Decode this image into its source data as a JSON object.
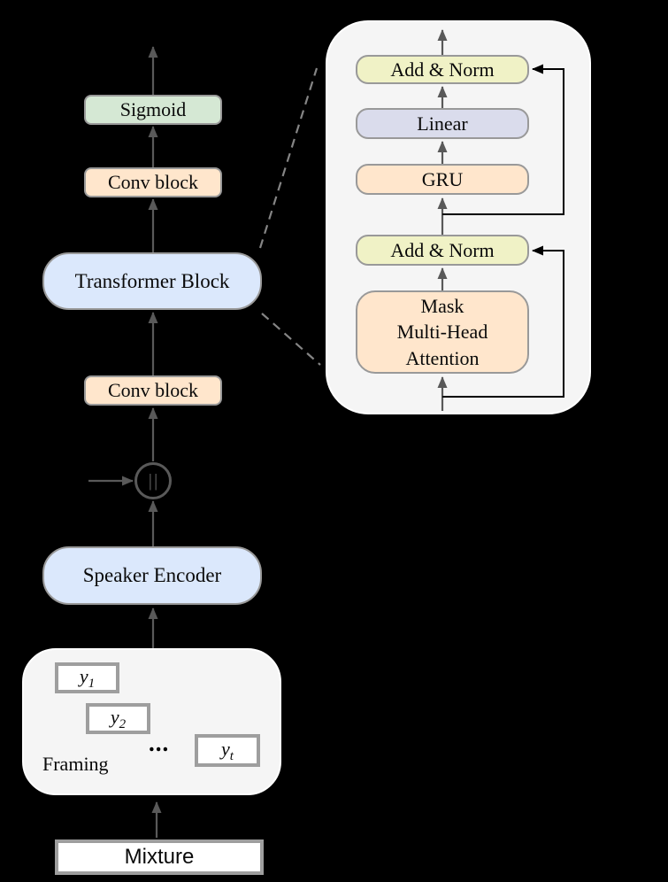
{
  "diagram": {
    "main_flow": {
      "sigmoid": "Sigmoid",
      "conv_block_top": "Conv block",
      "transformer_block": "Transformer Block",
      "conv_block_bottom": "Conv block",
      "concat_symbol": "||",
      "speaker_encoder": "Speaker Encoder",
      "mixture": "Mixture"
    },
    "framing": {
      "label": "Framing",
      "ellipsis": "...",
      "frames": [
        {
          "base": "y",
          "sub": "1"
        },
        {
          "base": "y",
          "sub": "2"
        },
        {
          "base": "y",
          "sub": "t"
        }
      ]
    },
    "transformer_detail": {
      "add_norm_top": "Add & Norm",
      "linear": "Linear",
      "gru": "GRU",
      "add_norm_bottom": "Add & Norm",
      "attention_lines": [
        "Mask",
        "Multi-Head",
        "Attention"
      ]
    },
    "colors": {
      "background": "#000000",
      "panel_fill": "#f5f5f5",
      "panel_border": "#ffffff",
      "box_border": "#999999",
      "green_fill": "#d5e8d4",
      "orange_fill": "#ffe6cc",
      "blue_fill": "#dbe8fc",
      "lavender_fill": "#dadcec",
      "yellow_fill": "#f0f2c6",
      "white_fill": "#ffffff",
      "arrow_gray": "#595959",
      "residual_black": "#000000",
      "dash_gray": "#858585",
      "text": "#000000"
    }
  }
}
